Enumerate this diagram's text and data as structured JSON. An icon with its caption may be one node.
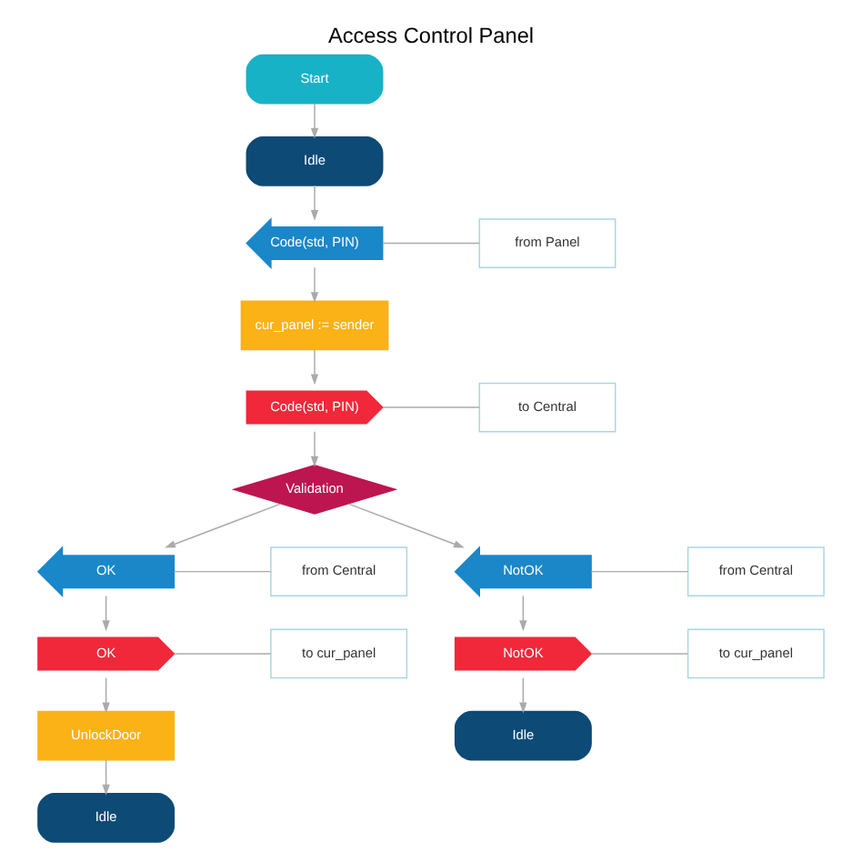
{
  "diagram": {
    "title": "Access Control Panel",
    "nodes": [
      {
        "text": [
          "Start"
        ]
      },
      {
        "text": [
          "Idle"
        ]
      },
      {
        "text": [
          "Code(std, PIN)"
        ]
      },
      {
        "text": [
          "from Panel"
        ]
      },
      {
        "text": [
          "cur_panel := sender"
        ]
      },
      {
        "text": [
          "Code(std, PIN)"
        ]
      },
      {
        "text": [
          "to Central"
        ]
      },
      {
        "text": [
          "Validation"
        ]
      },
      {
        "text": [
          "OK"
        ]
      },
      {
        "text": [
          "from Central"
        ]
      },
      {
        "text": [
          "OK"
        ]
      },
      {
        "text": [
          "to cur_panel"
        ]
      },
      {
        "text": [
          "UnlockDoor"
        ]
      },
      {
        "text": [
          "Idle"
        ]
      },
      {
        "text": [
          "NotOK"
        ]
      },
      {
        "text": [
          "from Central"
        ]
      },
      {
        "text": [
          "NotOK"
        ]
      },
      {
        "text": [
          "to cur_panel"
        ]
      },
      {
        "text": [
          "Idle"
        ]
      }
    ],
    "edges": [
      {
        "from": 0,
        "to": 1,
        "arrow": "to"
      },
      {
        "from": 1,
        "to": 2,
        "arrow": "to"
      },
      {
        "from": 2,
        "to": 3,
        "arrow": "none"
      },
      {
        "from": 2,
        "to": 4,
        "arrow": "to"
      },
      {
        "from": 4,
        "to": 5,
        "arrow": "to"
      },
      {
        "from": 5,
        "to": 6,
        "arrow": "none"
      },
      {
        "from": 5,
        "to": 7,
        "arrow": "to"
      },
      {
        "from": 7,
        "to": 8,
        "arrow": "to"
      },
      {
        "from": 8,
        "to": 9,
        "arrow": "none"
      },
      {
        "from": 8,
        "to": 10,
        "arrow": "to"
      },
      {
        "from": 10,
        "to": 11,
        "arrow": "none"
      },
      {
        "from": 10,
        "to": 12,
        "arrow": "to"
      },
      {
        "from": 12,
        "to": 13,
        "arrow": "to"
      },
      {
        "from": 7,
        "to": 14,
        "arrow": "to"
      },
      {
        "from": 14,
        "to": 15,
        "arrow": "none"
      },
      {
        "from": 14,
        "to": 16,
        "arrow": "to"
      },
      {
        "from": 16,
        "to": 17,
        "arrow": "none"
      },
      {
        "from": 16,
        "to": 18,
        "arrow": "to"
      }
    ]
  }
}
